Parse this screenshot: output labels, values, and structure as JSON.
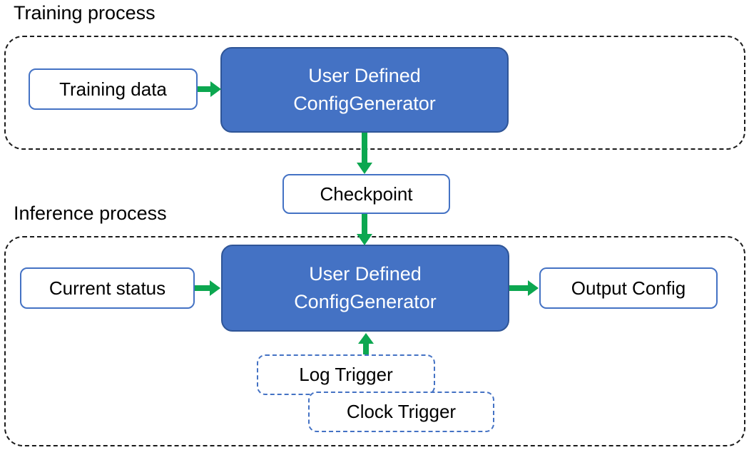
{
  "colors": {
    "box_blue": "#4472C4",
    "box_blue_border": "#2F5597",
    "outline_blue": "#4472C4",
    "arrow_green": "#0CA750",
    "dash_black": "#1a1a1a"
  },
  "training": {
    "label": "Training process",
    "input_box": "Training data",
    "generator_line1": "User Defined",
    "generator_line2": "ConfigGenerator"
  },
  "checkpoint": {
    "label": "Checkpoint"
  },
  "inference": {
    "label": "Inference process",
    "input_box": "Current status",
    "generator_line1": "User Defined",
    "generator_line2": "ConfigGenerator",
    "output_box": "Output Config",
    "triggers": [
      {
        "label": "Log Trigger"
      },
      {
        "label": "Clock Trigger"
      }
    ]
  }
}
